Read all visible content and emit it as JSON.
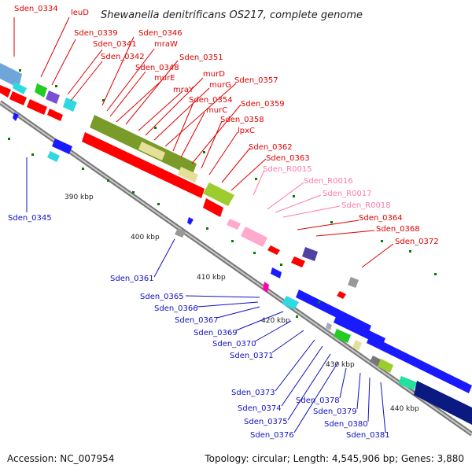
{
  "title": "Shewanella denitrificans OS217, complete genome",
  "footer": {
    "accession": "Accession: NC_007954",
    "summary": "Topology: circular; Length: 4,545,906 bp; Genes: 3,880"
  },
  "colors": {
    "red_label": "#e00000",
    "pink_label": "#ff7aa8",
    "blue_label": "#1010c0",
    "forward_cds": "#ff0000",
    "reverse_cds": "#1a1aff",
    "rna": "#ffaacc",
    "backbone": "#999999",
    "tick": "#008000"
  },
  "kbp_ticks": [
    "390 kbp",
    "400 kbp",
    "410 kbp",
    "420 kbp",
    "430 kbp",
    "440 kbp"
  ],
  "labels_top": [
    "Sden_0334",
    "leuD",
    "Sden_0339",
    "Sden_0341",
    "Sden_0342",
    "Sden_0346",
    "mraW",
    "Sden_0348",
    "murE",
    "Sden_0351",
    "mraY",
    "murD",
    "murG",
    "Sden_0357",
    "Sden_0354",
    "murC",
    "Sden_0359",
    "Sden_0358",
    "lpxC",
    "Sden_0362",
    "Sden_0363",
    "Sden_R0015",
    "Sden_R0016",
    "Sden_R0017",
    "Sden_R0018",
    "Sden_0364",
    "Sden_0368",
    "Sden_0372"
  ],
  "labels_bottom": [
    "Sden_0345",
    "Sden_0361",
    "Sden_0365",
    "Sden_0366",
    "Sden_0367",
    "Sden_0369",
    "Sden_0370",
    "Sden_0371",
    "Sden_0373",
    "Sden_0374",
    "Sden_0375",
    "Sden_0376",
    "Sden_0378",
    "Sden_0379",
    "Sden_0380",
    "Sden_0381"
  ]
}
